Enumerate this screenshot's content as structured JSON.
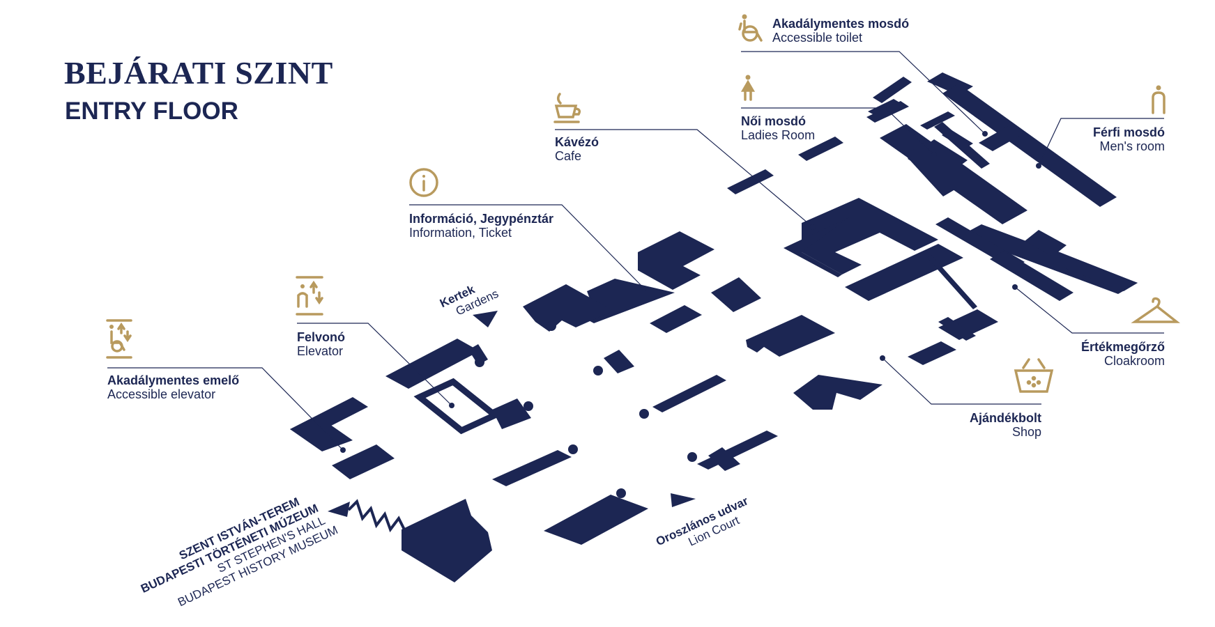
{
  "title": {
    "hu": "BEJÁRATI SZINT",
    "en": "ENTRY FLOOR"
  },
  "colors": {
    "navy": "#1c2653",
    "gold": "#b89a5e"
  },
  "labels": {
    "accessible_toilet": {
      "hu": "Akadálymentes mosdó",
      "en": "Accessible toilet",
      "icon": "wheelchair-icon"
    },
    "ladies_room": {
      "hu": "Női mosdó",
      "en": "Ladies Room",
      "icon": "woman-icon"
    },
    "mens_room": {
      "hu": "Férfi mosdó",
      "en": "Men's room",
      "icon": "man-icon"
    },
    "cafe": {
      "hu": "Kávézó",
      "en": "Cafe",
      "icon": "coffee-cup-icon"
    },
    "information": {
      "hu": "Információ, Jegypénztár",
      "en": "Information, Ticket",
      "icon": "info-icon"
    },
    "elevator": {
      "hu": "Felvonó",
      "en": "Elevator",
      "icon": "elevator-icon"
    },
    "accessible_elevator": {
      "hu": "Akadálymentes emelő",
      "en": "Accessible elevator",
      "icon": "accessible-elevator-icon"
    },
    "cloakroom": {
      "hu": "Értékmegőrző",
      "en": "Cloakroom",
      "icon": "hanger-icon"
    },
    "shop": {
      "hu": "Ajándékbolt",
      "en": "Shop",
      "icon": "basket-icon"
    },
    "gardens": {
      "hu": "Kertek",
      "en": "Gardens"
    },
    "lion_court": {
      "hu": "Oroszlános udvar",
      "en": "Lion Court"
    },
    "st_stephens": {
      "hu1": "SZENT ISTVÁN-TEREM",
      "hu2": "BUDAPESTI TÖRTÉNETI MÚZEUM",
      "en1": "ST STEPHEN'S HALL",
      "en2": "BUDAPEST HISTORY MUSEUM"
    }
  }
}
